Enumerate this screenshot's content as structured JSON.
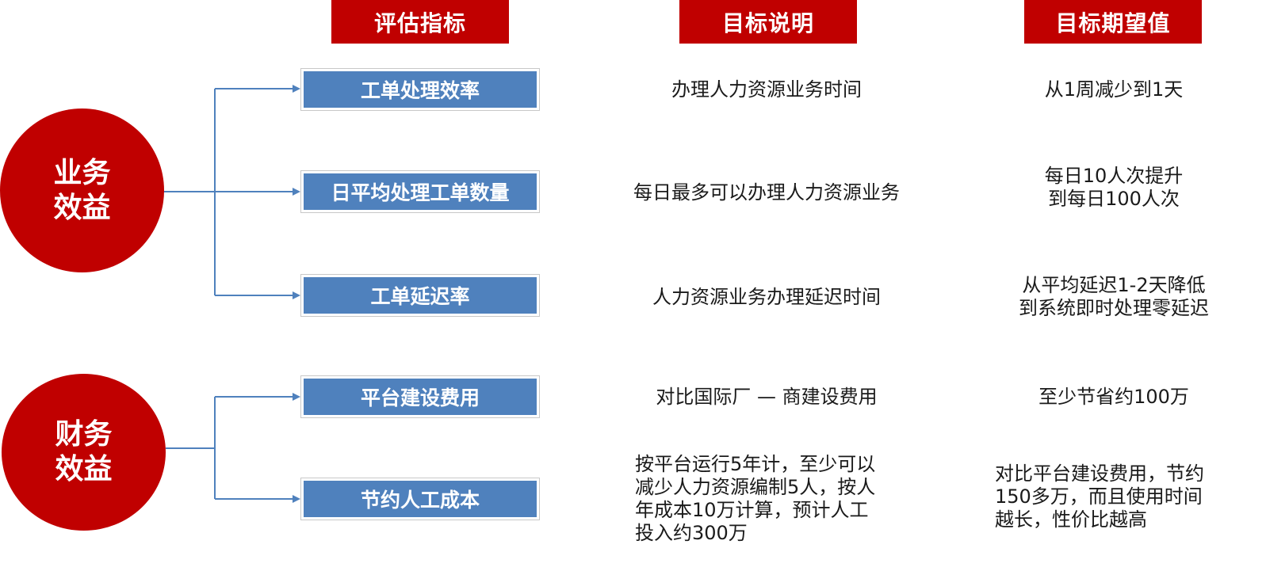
{
  "headers": {
    "metric": "评估指标",
    "description": "目标说明",
    "target": "目标期望值"
  },
  "groups": [
    {
      "line1": "业务",
      "line2": "效益"
    },
    {
      "line1": "财务",
      "line2": "效益"
    }
  ],
  "rows": [
    {
      "metric": "工单处理效率",
      "description": [
        "办理人力资源业务时间"
      ],
      "target": [
        "从1周减少到1天"
      ]
    },
    {
      "metric": "日平均处理工单数量",
      "description": [
        "每日最多可以办理人力资源业务"
      ],
      "target": [
        "每日10人次提升",
        "到每日100人次"
      ]
    },
    {
      "metric": "工单延迟率",
      "description": [
        "人力资源业务办理延迟时间"
      ],
      "target": [
        "从平均延迟1-2天降低",
        "到系统即时处理零延迟"
      ]
    },
    {
      "metric": "平台建设费用",
      "description": [
        "对比国际厂 — 商建设费用"
      ],
      "target": [
        "至少节省约100万"
      ]
    },
    {
      "metric": "节约人工成本",
      "description": [
        "按平台运行5年计，至少可以",
        "减少人力资源编制5人，按人",
        "年成本10万计算，预计人工",
        "投入约300万"
      ],
      "target": [
        "对比平台建设费用，节约",
        "150多万，而且使用时间",
        "越长，性价比越高"
      ]
    }
  ],
  "colors": {
    "red": "#c00000",
    "blue": "#4f81bd",
    "connector": "#4f81bd"
  }
}
